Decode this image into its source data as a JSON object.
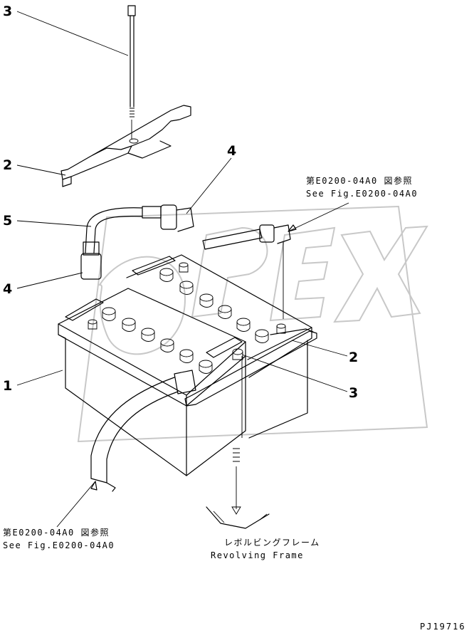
{
  "watermark": "OPEX",
  "callouts": {
    "c3_top": "3",
    "c2_top": "2",
    "c4_top": "4",
    "c5": "5",
    "c4_left": "4",
    "c1": "1",
    "c2_right": "2",
    "c3_right": "3"
  },
  "references": {
    "upper_jp": "第E0200-04A0 図参照",
    "upper_en": "See Fig.E0200-04A0",
    "lower_jp": "第E0200-04A0 図参照",
    "lower_en": "See Fig.E0200-04A0"
  },
  "frame_label": {
    "jp": "レボルビングフレーム",
    "en": "Revolving Frame"
  },
  "drawing_code": "PJ19716"
}
